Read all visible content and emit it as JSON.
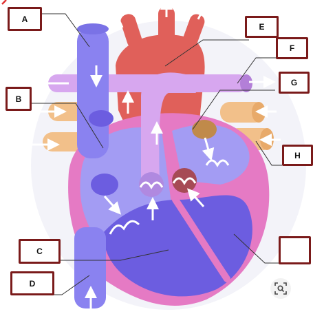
{
  "labels": {
    "A": "A",
    "B": "B",
    "C": "C",
    "D": "D",
    "E": "E",
    "F": "F",
    "G": "G",
    "H": "H",
    "blank": ""
  },
  "icons": {
    "corner_mark": "red-pen-mark-icon",
    "lens": "image-search-icon"
  },
  "colors": {
    "aorta": "#e0605a",
    "pulmonary": "#d7a7ef",
    "vena_cava": "#8a82f0",
    "right_heart": "#a39cf3",
    "left_heart": "#6c5de0",
    "myocardium": "#e57ac4",
    "pulmonary_veins": "#f2c08a",
    "label_border": "#7a1a1a"
  }
}
